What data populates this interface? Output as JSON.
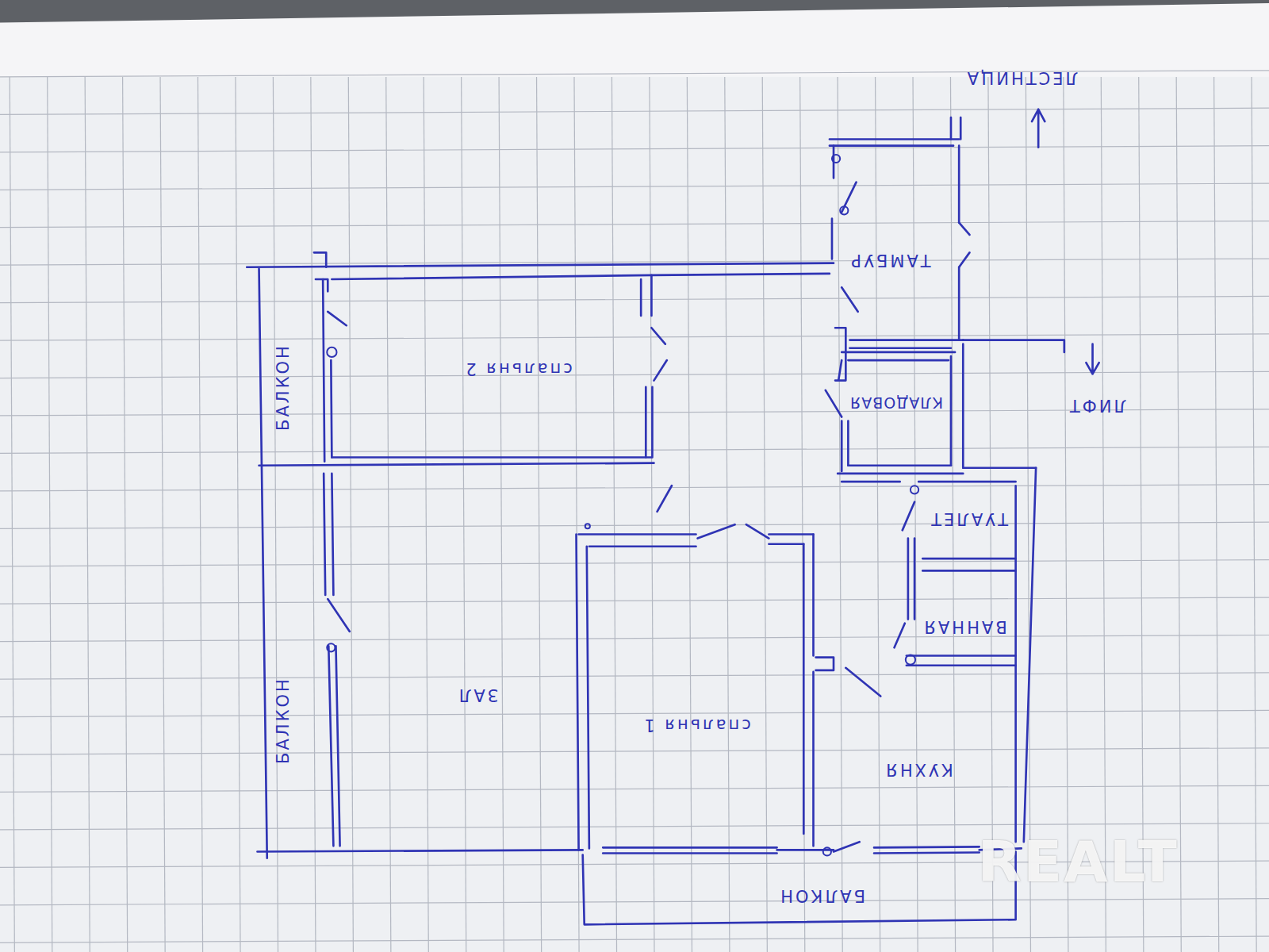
{
  "diagram": {
    "nodes": [
      {
        "text": [
          "ТАМБУР"
        ]
      },
      {
        "text": [
          "спальня 2"
        ]
      },
      {
        "text": [
          "БАЛКОН"
        ]
      },
      {
        "text": [
          "КЛАДОВАЯ"
        ]
      },
      {
        "text": [
          "ТУАЛЕТ"
        ]
      },
      {
        "text": [
          "ВАННАЯ"
        ]
      },
      {
        "text": [
          "ЗАЛ"
        ]
      },
      {
        "text": [
          "БАЛКОН"
        ]
      },
      {
        "text": [
          "спальня 1"
        ]
      },
      {
        "text": [
          "КУХНЯ"
        ]
      },
      {
        "text": [
          "БАЛКОН"
        ]
      }
    ],
    "labels": [
      "ЛЕСТНИЦА",
      "ЛИФТ",
      "REALT"
    ]
  }
}
